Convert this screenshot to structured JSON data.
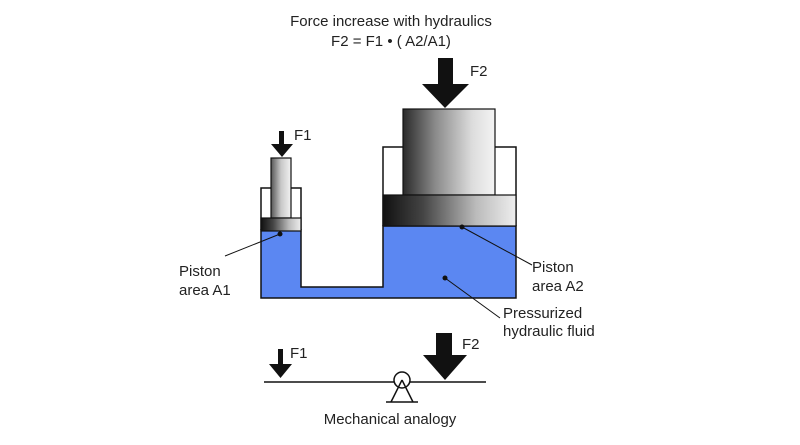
{
  "title": {
    "line1": "Force increase with hydraulics",
    "line2": "F2 = F1 • ( A2/A1)"
  },
  "labels": {
    "f1": "F1",
    "f2": "F2",
    "piston_a1_line1": "Piston",
    "piston_a1_line2": "area A1",
    "piston_a2_line1": "Piston",
    "piston_a2_line2": "area A2",
    "fluid_line1": "Pressurized",
    "fluid_line2": "hydraulic fluid",
    "lever_f1": "F1",
    "lever_f2": "F2",
    "analogy": "Mechanical analogy"
  },
  "colors": {
    "fluid": "#5b87f2",
    "outline": "#111111",
    "arrow": "#111111"
  },
  "icons": {
    "fulcrum": "fulcrum-icon"
  }
}
